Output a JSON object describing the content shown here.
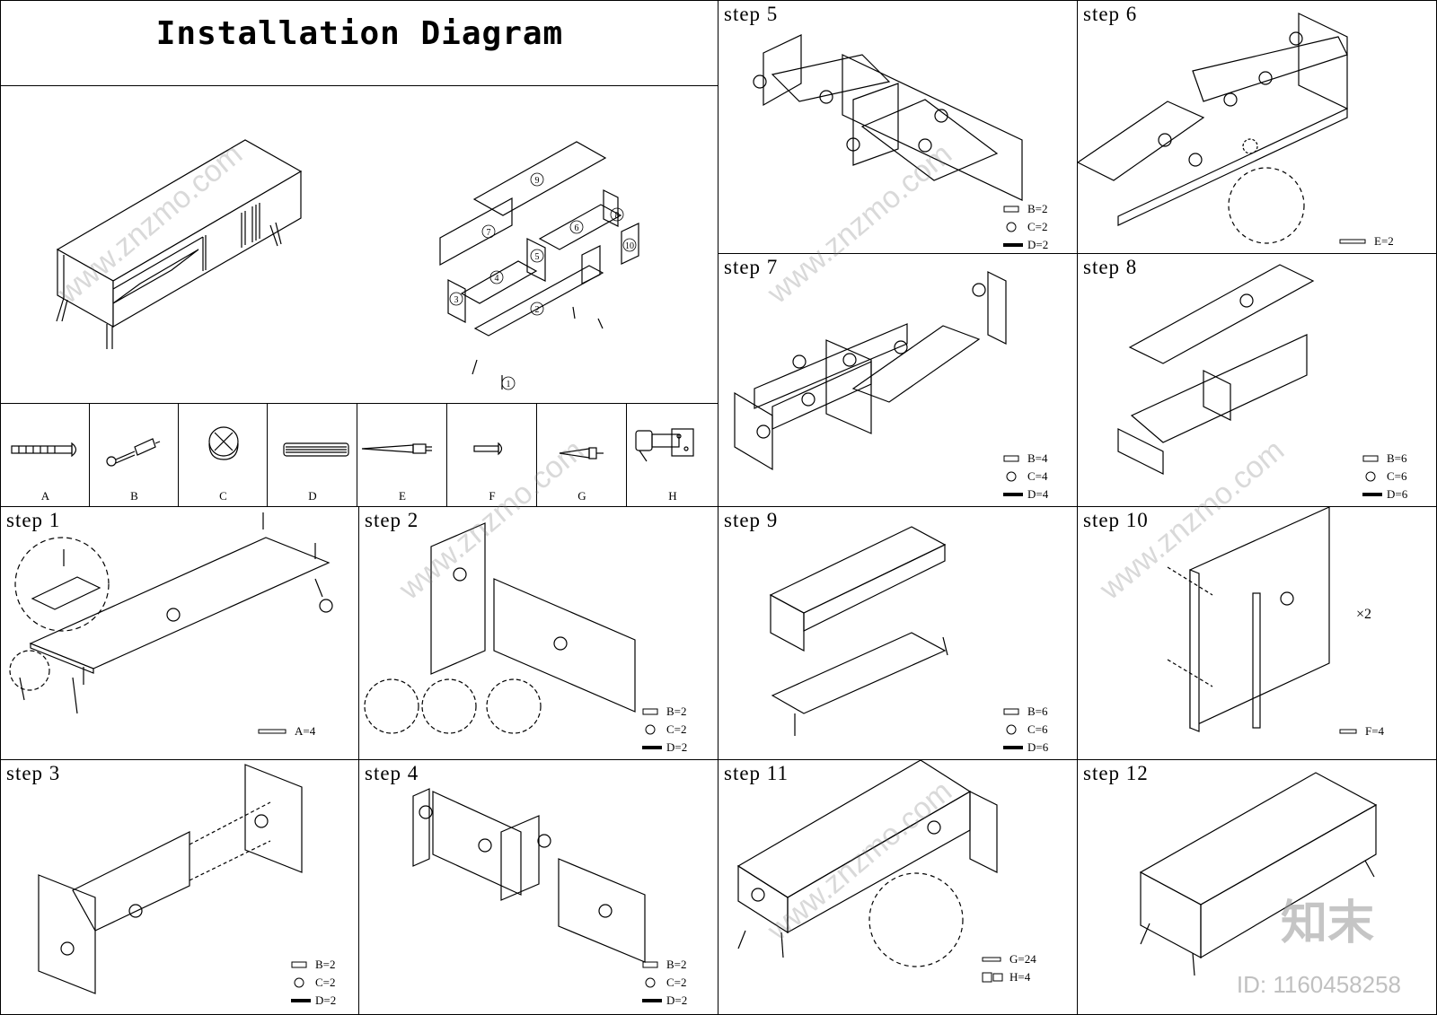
{
  "title": "Installation Diagram",
  "parts": [
    {
      "id": "A",
      "label": "A"
    },
    {
      "id": "B",
      "label": "B"
    },
    {
      "id": "C",
      "label": "C"
    },
    {
      "id": "D",
      "label": "D"
    },
    {
      "id": "E",
      "label": "E"
    },
    {
      "id": "F",
      "label": "F"
    },
    {
      "id": "G",
      "label": "G"
    },
    {
      "id": "H",
      "label": "H"
    }
  ],
  "steps": {
    "s1": {
      "title": "step 1",
      "qty": [
        "A=4"
      ]
    },
    "s2": {
      "title": "step 2",
      "qty": [
        "B=2",
        "C=2",
        "D=2"
      ]
    },
    "s3": {
      "title": "step 3",
      "qty": [
        "B=2",
        "C=2",
        "D=2"
      ]
    },
    "s4": {
      "title": "step 4",
      "qty": [
        "B=2",
        "C=2",
        "D=2"
      ]
    },
    "s5": {
      "title": "step 5",
      "qty": [
        "B=2",
        "C=2",
        "D=2"
      ]
    },
    "s6": {
      "title": "step 6",
      "qty": [
        "E=2"
      ]
    },
    "s7": {
      "title": "step 7",
      "qty": [
        "B=4",
        "C=4",
        "D=4"
      ]
    },
    "s8": {
      "title": "step 8",
      "qty": [
        "B=6",
        "C=6",
        "D=6"
      ]
    },
    "s9": {
      "title": "step 9",
      "qty": [
        "B=6",
        "C=6",
        "D=6"
      ]
    },
    "s10": {
      "title": "step 10",
      "qty": [
        "F=4"
      ],
      "multiplier": "×2"
    },
    "s11": {
      "title": "step 11",
      "qty": [
        "G=24",
        "H=4"
      ]
    },
    "s12": {
      "title": "step 12"
    }
  },
  "panel_numbers": [
    "①",
    "②",
    "③",
    "④",
    "⑤",
    "⑥",
    "⑦",
    "⑧",
    "⑨",
    "⑩"
  ],
  "watermark": {
    "site": "www.znzmo.com",
    "logo": "知末",
    "id": "ID: 1160458258"
  }
}
